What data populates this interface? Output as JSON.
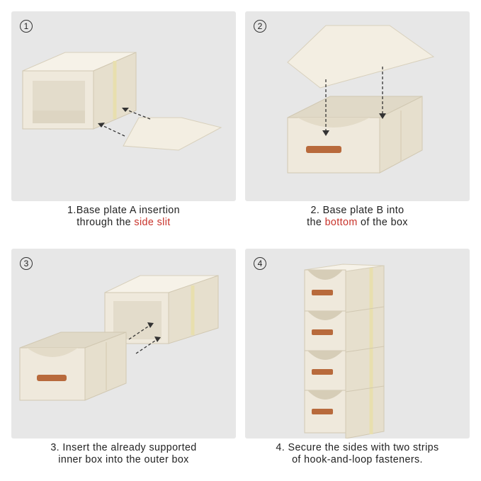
{
  "steps": [
    {
      "number": "1",
      "caption_line1": "1.Base plate A insertion",
      "caption_line2_pre": "through the ",
      "caption_line2_highlight": "side slit",
      "caption_line2_post": ""
    },
    {
      "number": "2",
      "caption_line1": "2. Base plate B into",
      "caption_line2_pre": "the ",
      "caption_line2_highlight": "bottom",
      "caption_line2_post": " of the box"
    },
    {
      "number": "3",
      "caption_line1": "3. Insert the already supported",
      "caption_line2_pre": "inner box into the outer box",
      "caption_line2_highlight": "",
      "caption_line2_post": ""
    },
    {
      "number": "4",
      "caption_line1": "4. Secure the sides with two strips",
      "caption_line2_pre": "of hook-and-loop fasteners.",
      "caption_line2_highlight": "",
      "caption_line2_post": ""
    }
  ],
  "colors": {
    "panel_bg": "#e7e7e7",
    "fabric": "#f1ece0",
    "fabric_shade": "#e1dac9",
    "fabric_dark": "#d3cab4",
    "handle": "#b86a3c",
    "highlight": "#c8322a"
  }
}
